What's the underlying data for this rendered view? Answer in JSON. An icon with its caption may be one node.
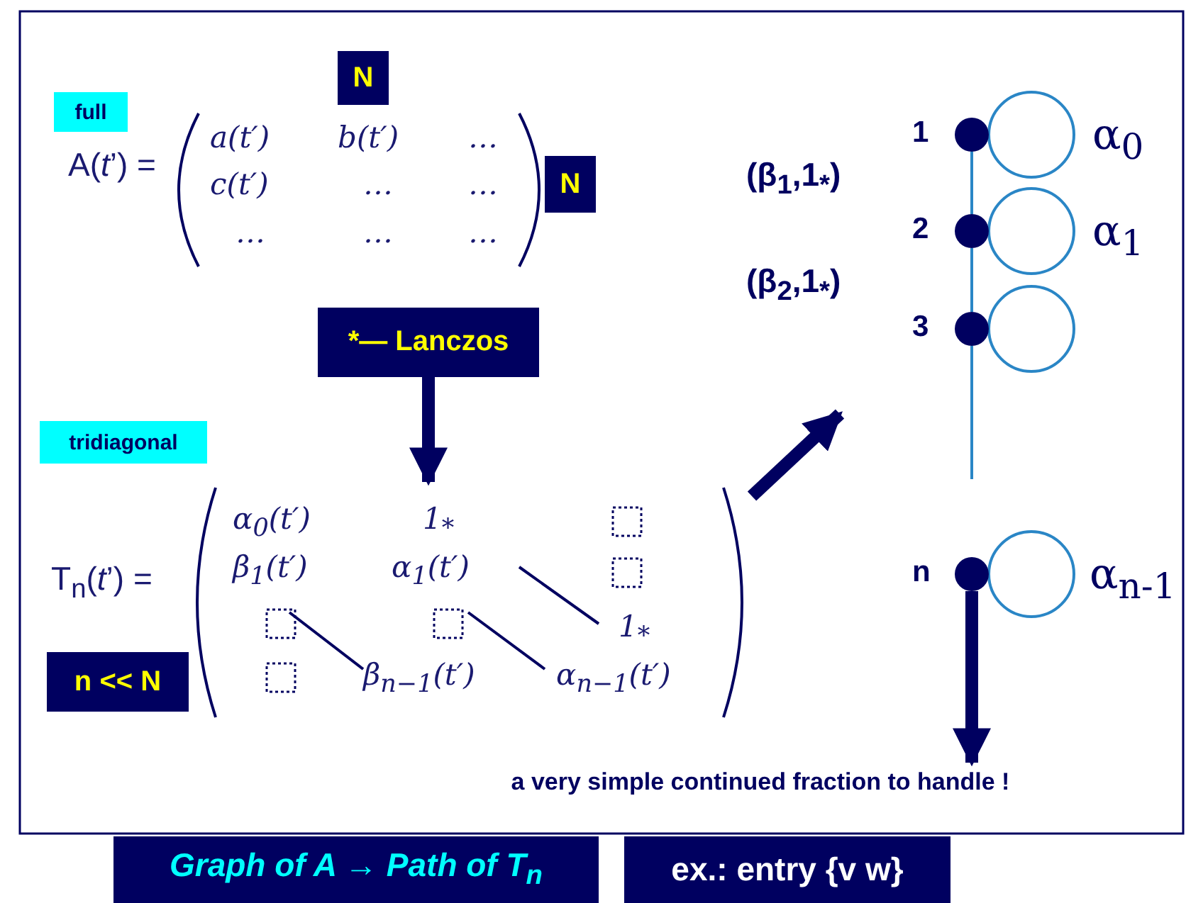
{
  "diagram": {
    "nodes": [
      {
        "text": [
          "full"
        ]
      },
      {
        "text": [
          "N"
        ]
      },
      {
        "text": [
          "N"
        ]
      },
      {
        "text": [
          "*— Lanczos"
        ]
      },
      {
        "text": [
          "tridiagonal"
        ]
      },
      {
        "text": [
          "α$_{0}$(t′)",
          "1$_{*}$",
          "β$_{1}$(t′)",
          "α$_{1}$(t′)",
          "1$_{*}$",
          "β$_{n−1}$(t′)",
          "α$_{n−1}$(t′)"
        ]
      },
      {
        "text": [
          "n << N"
        ]
      },
      {
        "text": [],
        "shape": "circle",
        "beside": [
          "1"
        ]
      },
      {
        "text": [],
        "shape": "circle",
        "beside": [
          "2"
        ]
      },
      {
        "text": [],
        "shape": "circle",
        "beside": [
          "3"
        ]
      },
      {
        "text": [],
        "shape": "circle",
        "beside": [
          "n"
        ]
      },
      {
        "text": [
          "a very simple continued fraction to handle !"
        ]
      },
      {
        "text": [
          "Graph of A → Path of T$_{n}$"
        ]
      },
      {
        "text": [
          "ex.: entry {v w}"
        ]
      }
    ],
    "edges": [
      {
        "from": 3,
        "to": 5,
        "arrow": "to",
        "style": "thick",
        "color": "#000060"
      },
      {
        "from": 5,
        "to": null,
        "arrow": "to",
        "style": "thick",
        "color": "#000060"
      },
      {
        "from": 7,
        "to": 8,
        "arrow": "none",
        "label": "(β$_{1}$,1$_{*}$)"
      },
      {
        "from": 8,
        "to": 9,
        "arrow": "none",
        "label": "(β$_{2}$,1$_{*}$)"
      },
      {
        "from": 9,
        "to": null,
        "arrow": "none"
      },
      {
        "from": 7,
        "to": 7,
        "arrow": "none",
        "label": "α$_{0}$"
      },
      {
        "from": 8,
        "to": 8,
        "arrow": "none",
        "label": "α$_{1}$"
      },
      {
        "from": 9,
        "to": 9,
        "arrow": "none"
      },
      {
        "from": 10,
        "to": 10,
        "arrow": "none",
        "label": "α$_{n-1}$"
      },
      {
        "from": 10,
        "to": 11,
        "arrow": "to",
        "style": "thick",
        "color": "#000060"
      }
    ],
    "labels": [
      "A(*t*’) =",
      "a(t′)",
      "b(t′)",
      "…",
      "c(t′)",
      "…",
      "…",
      "…",
      "…",
      "…",
      "T$_{n}$(*t*’) ="
    ]
  }
}
